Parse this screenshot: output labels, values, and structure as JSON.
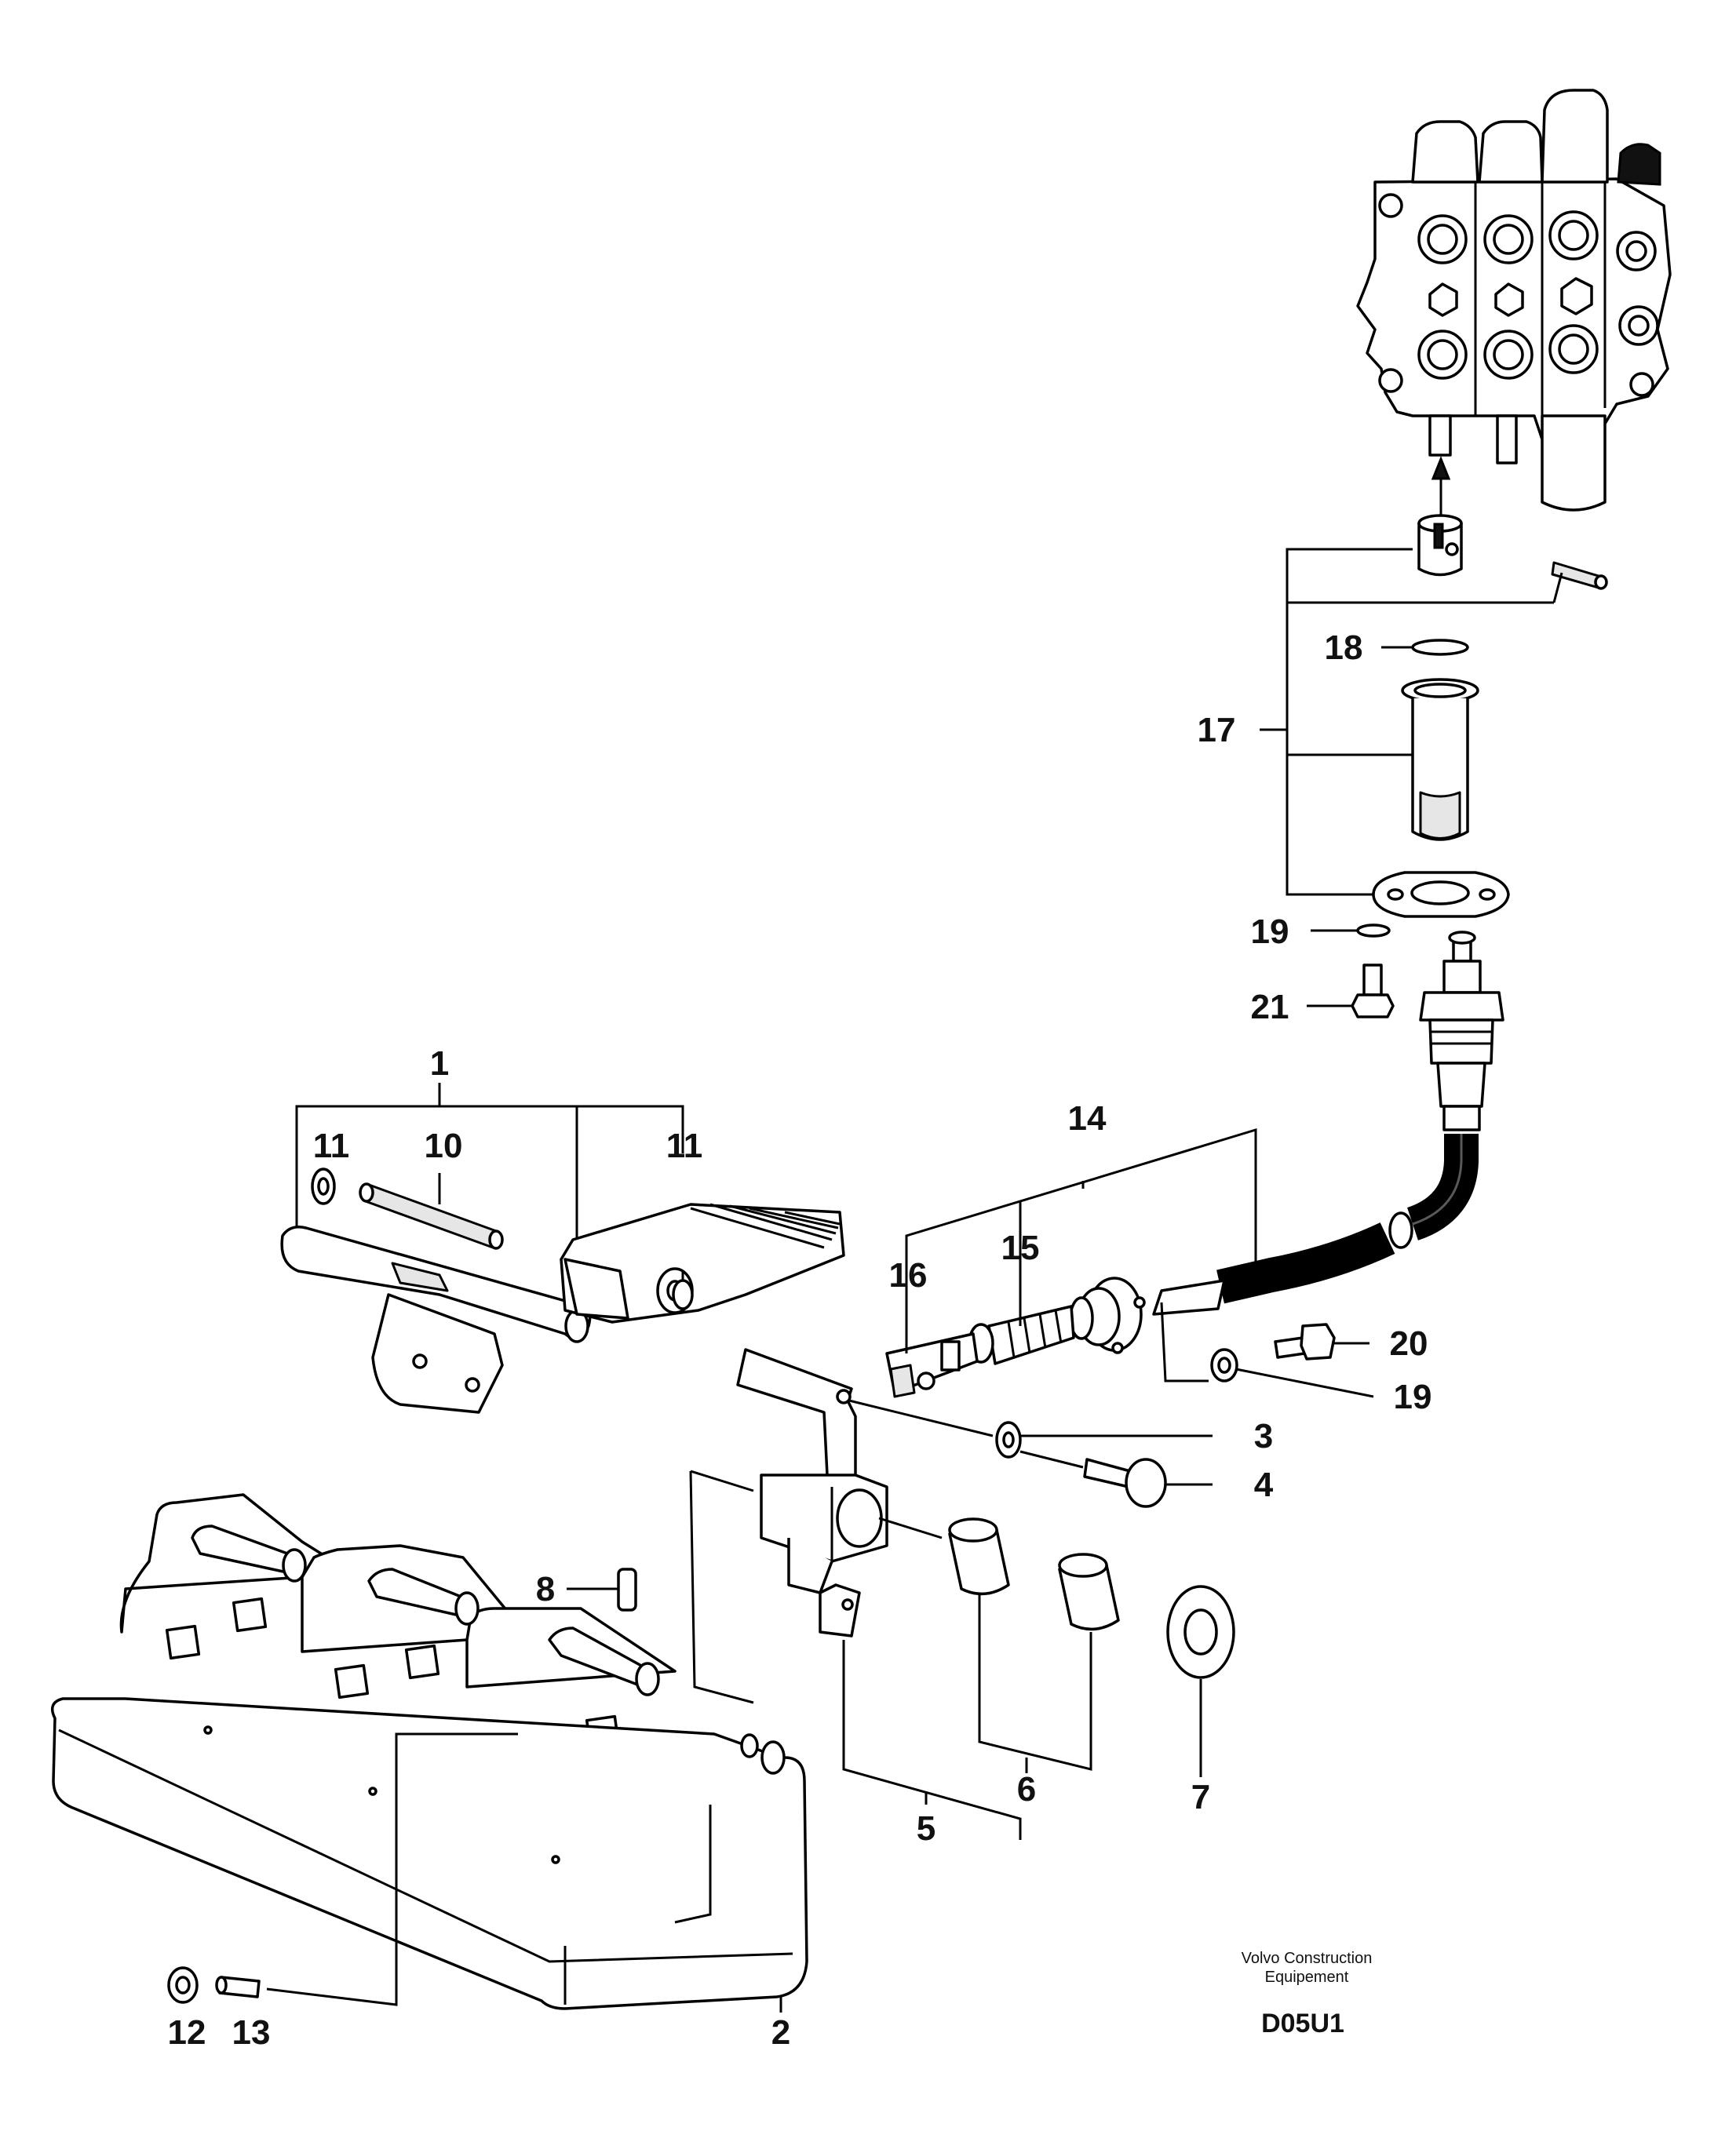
{
  "callouts": {
    "c1": "1",
    "c2": "2",
    "c3": "3",
    "c4": "4",
    "c5": "5",
    "c6": "6",
    "c7": "7",
    "c8": "8",
    "c10": "10",
    "c11a": "11",
    "c11b": "11",
    "c12": "12",
    "c13": "13",
    "c14": "14",
    "c15": "15",
    "c16": "16",
    "c17": "17",
    "c18": "18",
    "c19a": "19",
    "c19b": "19",
    "c20": "20",
    "c21": "21"
  },
  "footer": {
    "brand_line1": "Volvo Construction",
    "brand_line2": "Equipement",
    "drawing_code": "D05U1"
  }
}
